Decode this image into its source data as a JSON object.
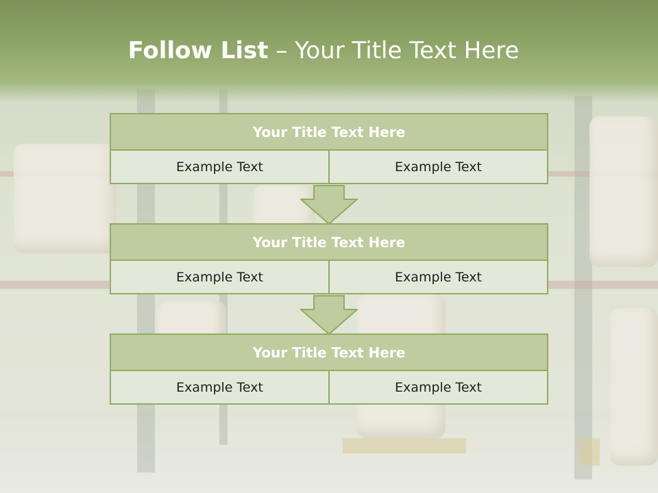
{
  "slide": {
    "title_bold": "Follow List",
    "title_rest": " – Your Title Text Here"
  },
  "steps": [
    {
      "title": "Your Title Text Here",
      "left": "Example Text",
      "right": "Example Text"
    },
    {
      "title": "Your Title Text Here",
      "left": "Example Text",
      "right": "Example Text"
    },
    {
      "title": "Your Title Text Here",
      "left": "Example Text",
      "right": "Example Text"
    }
  ],
  "colors": {
    "header_green": "#8fa668",
    "box_title_fill": "#bfcc9f",
    "box_cell_fill": "#e3e9da",
    "box_border": "#8fad60"
  },
  "icons": [
    "down-arrow-icon"
  ]
}
